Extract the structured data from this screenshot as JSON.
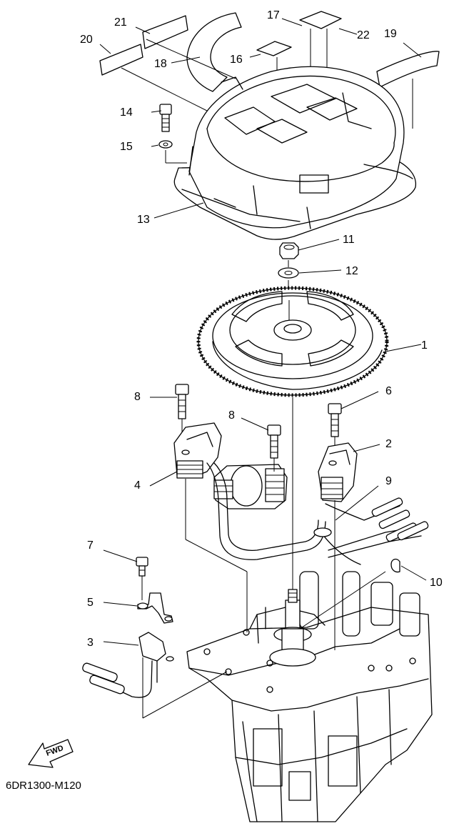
{
  "diagram": {
    "code": "6DR1300-M120",
    "fwd_label": "FWD",
    "labels": [
      "1",
      "2",
      "3",
      "4",
      "5",
      "6",
      "7",
      "8",
      "8",
      "9",
      "10",
      "11",
      "12",
      "13",
      "14",
      "15",
      "16",
      "17",
      "18",
      "19",
      "20",
      "21",
      "22"
    ]
  }
}
